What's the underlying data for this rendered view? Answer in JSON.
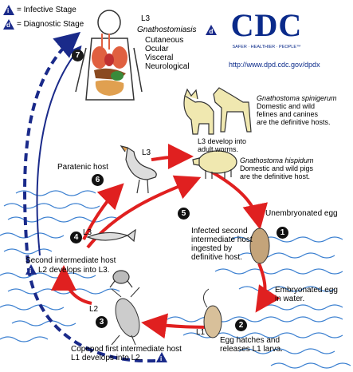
{
  "legend": {
    "infective_marker": "i",
    "infective_label": "= Infective Stage",
    "diagnostic_marker": "d",
    "diagnostic_label": "= Diagnostic Stage"
  },
  "logo": {
    "text": "CDC",
    "tagline": "SAFER · HEALTHIER · PEOPLE™",
    "url": "http://www.dpd.cdc.gov/dpdx"
  },
  "human": {
    "stage": "L3",
    "disease": "Gnathostomiasis",
    "forms": [
      "Cutaneous",
      "Ocular",
      "Visceral",
      "Neurological"
    ]
  },
  "definitive": {
    "spinigerum_name": "Gnathostoma spinigerum",
    "spinigerum_desc": [
      "Domestic and wild",
      "felines and canines",
      "are the definitive hosts."
    ],
    "l3_adult": [
      "L3 develop into",
      "adult worms."
    ],
    "hispidum_name": "Gnathostoma hispidum",
    "hispidum_desc": [
      "Domestic and wild pigs",
      "are the definitive host."
    ]
  },
  "steps": {
    "s1": {
      "num": "1",
      "label": "Unembryonated egg"
    },
    "s2": {
      "num": "2",
      "label": [
        "Egg hatches and",
        "releases L1 larva."
      ]
    },
    "embryonated": [
      "Embryonated egg",
      "in water."
    ],
    "l1": "L1",
    "s3": {
      "num": "3",
      "l2": "L2",
      "label": [
        "Copepod first intermediate host",
        "L1 develops into L2."
      ]
    },
    "s4": {
      "num": "4",
      "l3": "L3",
      "label": "Second intermediate host",
      "sub": "L2 develops into L3."
    },
    "s5": {
      "num": "5",
      "label": [
        "Infected second",
        "intermediate host",
        "ingested by",
        "definitive host."
      ]
    },
    "s6": {
      "num": "6",
      "l3": "L3",
      "label": "Paratenic host"
    },
    "s7": {
      "num": "7"
    }
  },
  "colors": {
    "arrow_red": "#e02020",
    "arrow_blue": "#1a2a8a",
    "water": "#3a7fd0",
    "host_fill": "#f0e8b0",
    "cdc_blue": "#0a2a8a"
  }
}
